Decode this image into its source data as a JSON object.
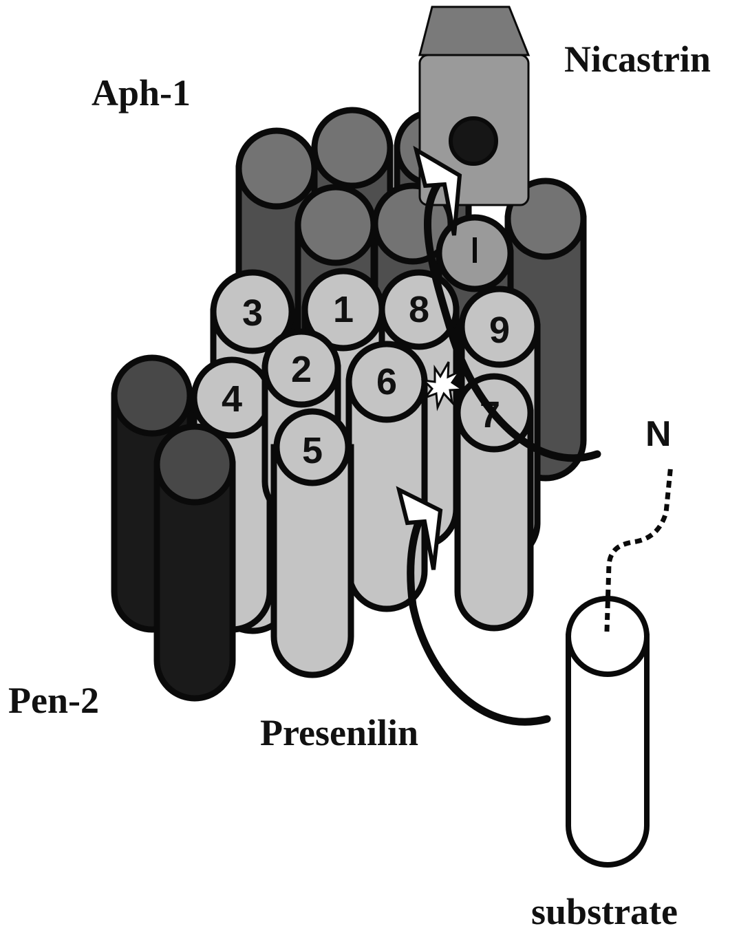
{
  "labels": {
    "nicastrin": "Nicastrin",
    "aph1": "Aph-1",
    "pen2": "Pen-2",
    "presenilin": "Presenilin",
    "substrate": "substrate",
    "n_terminus": "N"
  },
  "tm_numbers": [
    "1",
    "2",
    "3",
    "4",
    "5",
    "6",
    "7",
    "8",
    "9"
  ],
  "colors": {
    "presenilin": "#c4c4c4",
    "aph1_side": "#4f4f4f",
    "aph1_top": "#737373",
    "pen2_side": "#1a1a1a",
    "pen2_top": "#484848",
    "nicastrin": "#9a9a9a",
    "substrate": "#ffffff",
    "outline": "#0a0a0a"
  }
}
